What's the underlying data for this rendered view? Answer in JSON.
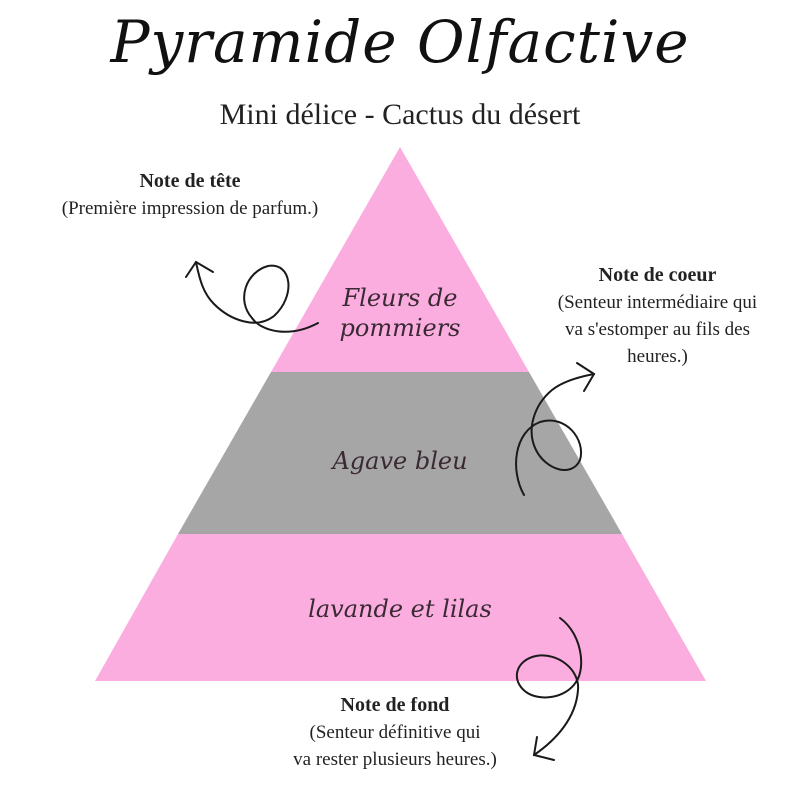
{
  "header": {
    "title": "Pyramide Olfactive",
    "subtitle": "Mini délice - Cactus du désert"
  },
  "colors": {
    "pink": "#fcade0",
    "gray": "#a6a6a6",
    "arrow": "#1a1a1a"
  },
  "pyramid": {
    "layers": [
      {
        "level": "top",
        "label_line1": "Fleurs de",
        "label_line2": "pommiers",
        "color": "#fcade0"
      },
      {
        "level": "middle",
        "label": "Agave bleu",
        "color": "#a6a6a6"
      },
      {
        "level": "bottom",
        "label": "lavande et lilas",
        "color": "#fcade0"
      }
    ]
  },
  "notes": {
    "tete": {
      "heading": "Note de tête",
      "description": "(Première impression de parfum.)"
    },
    "coeur": {
      "heading": "Note de coeur",
      "line1": "(Senteur intermédiaire qui",
      "line2": "va s'estomper au fils des",
      "line3": "heures.)"
    },
    "fond": {
      "heading": "Note de fond",
      "line1": "(Senteur définitive qui",
      "line2": "va rester plusieurs heures.)"
    }
  }
}
